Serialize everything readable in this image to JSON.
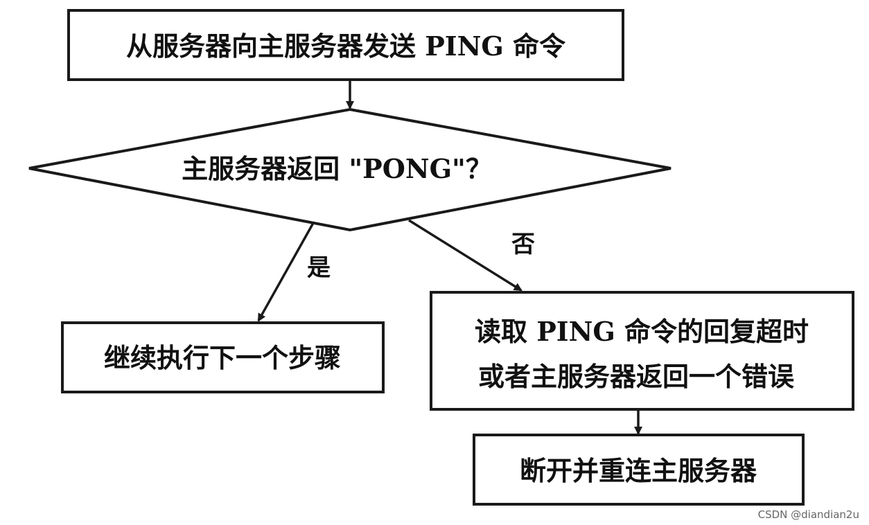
{
  "nodes": {
    "send_ping": "从服务器向主服务器发送 PING 命令",
    "decision": "主服务器返回 \"PONG\"？",
    "continue": "继续执行下一个步骤",
    "error_line1": "读取 PING 命令的回复超时",
    "error_line2": "或者主服务器返回一个错误",
    "reconnect": "断开并重连主服务器"
  },
  "edges": {
    "yes_label": "是",
    "no_label": "否"
  },
  "watermark": "CSDN @diandian2u"
}
